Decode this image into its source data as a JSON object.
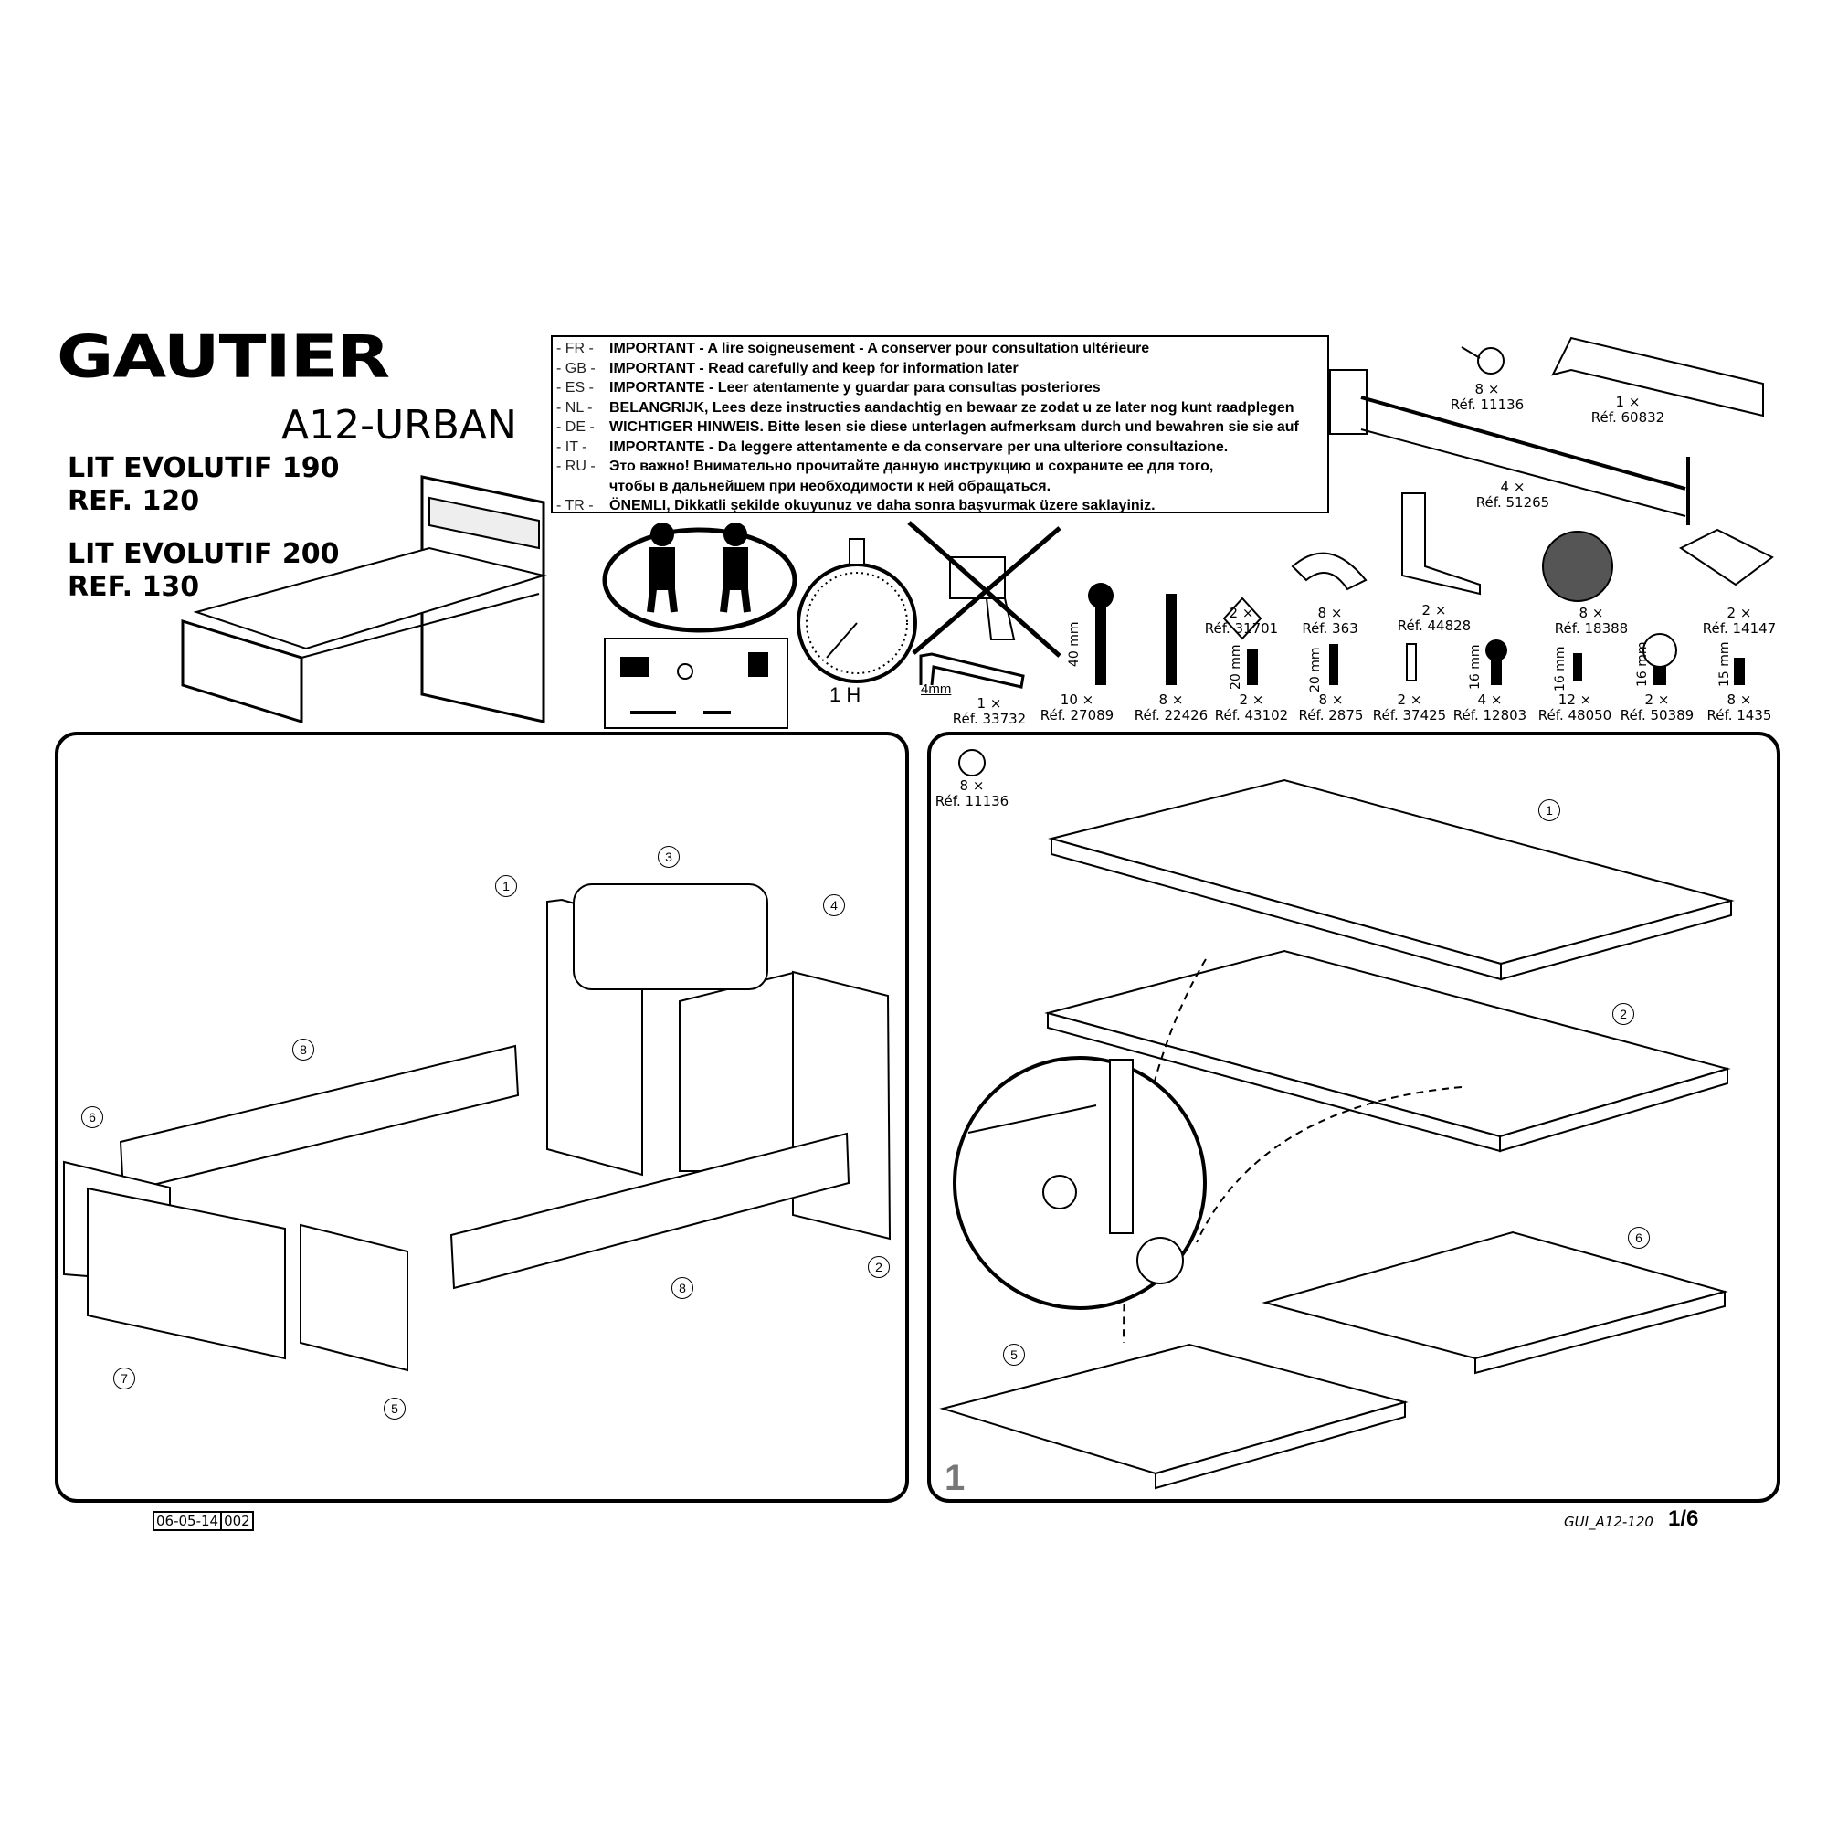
{
  "brand": "GAUTIER",
  "model": "A12-URBAN",
  "products": [
    {
      "name": "LIT EVOLUTIF 190",
      "ref": "REF. 120"
    },
    {
      "name": "LIT EVOLUTIF 200",
      "ref": "REF. 130"
    }
  ],
  "notice": [
    {
      "code": "- FR -",
      "text": "IMPORTANT - A lire soigneusement - A conserver pour consultation ultérieure"
    },
    {
      "code": "- GB -",
      "text": "IMPORTANT - Read carefully and keep for information later"
    },
    {
      "code": "- ES -",
      "text": "IMPORTANTE - Leer atentamente y guardar para consultas posteriores"
    },
    {
      "code": "- NL -",
      "text": "BELANGRIJK, Lees deze instructies aandachtig en bewaar ze zodat u ze later nog kunt raadplegen"
    },
    {
      "code": "- DE -",
      "text": "WICHTIGER HINWEIS. Bitte lesen sie diese unterlagen aufmerksam durch und bewahren sie sie auf"
    },
    {
      "code": "-  IT  -",
      "text": "IMPORTANTE - Da leggere attentamente e da conservare per una ulteriore consultazione."
    },
    {
      "code": "- RU -",
      "text": "Это важно! Внимательно прочитайте данную инструкцию и сохраните ее для того,"
    },
    {
      "code": "",
      "text": "чтобы в дальнейшем при необходимости к ней обращаться."
    },
    {
      "code": "- TR -",
      "text": "ÖNEMLI, Dikkatli şekilde okuyunuz ve daha sonra başvurmak üzere saklayiniz."
    }
  ],
  "time_label": "1 H",
  "allen_size": "4mm",
  "hardware_top": [
    {
      "qty": "8 ×",
      "ref": "Réf. 11136"
    },
    {
      "qty": "1 ×",
      "ref": "Réf. 60832"
    },
    {
      "qty": "4 ×",
      "ref": "Réf. 51265"
    }
  ],
  "hardware_row1": [
    {
      "qty": "2 ×",
      "ref": "Réf. 31701"
    },
    {
      "qty": "8 ×",
      "ref": "Réf. 363"
    },
    {
      "qty": "2 ×",
      "ref": "Réf. 44828"
    },
    {
      "qty": "8 ×",
      "ref": "Réf. 18388"
    },
    {
      "qty": "2 ×",
      "ref": "Réf. 14147"
    }
  ],
  "hardware_row2": [
    {
      "qty": "1 ×",
      "ref": "Réf. 33732"
    },
    {
      "qty": "10 ×",
      "ref": "Réf. 27089",
      "length": "40 mm"
    },
    {
      "qty": "8 ×",
      "ref": "Réf. 22426"
    },
    {
      "qty": "2 ×",
      "ref": "Réf. 43102",
      "length": "20 mm"
    },
    {
      "qty": "8 ×",
      "ref": "Réf. 2875",
      "length": "20 mm"
    },
    {
      "qty": "2 ×",
      "ref": "Réf. 37425"
    },
    {
      "qty": "4 ×",
      "ref": "Réf. 12803",
      "length": "16 mm"
    },
    {
      "qty": "12 ×",
      "ref": "Réf. 48050",
      "length": "16 mm"
    },
    {
      "qty": "2 ×",
      "ref": "Réf. 50389",
      "length": "16 mm"
    },
    {
      "qty": "8 ×",
      "ref": "Réf. 1435",
      "length": "15 mm"
    }
  ],
  "left_panel": {
    "callouts": [
      "1",
      "3",
      "4",
      "8",
      "6",
      "2",
      "8",
      "7",
      "5"
    ]
  },
  "right_panel": {
    "step": "1",
    "part": {
      "qty": "8 ×",
      "ref": "Réf. 11136"
    },
    "callouts": [
      "1",
      "2",
      "6",
      "5"
    ]
  },
  "footer": {
    "date": "06-05-14",
    "rev": "002",
    "doc_ref": "GUI_A12-120",
    "page": "1/6"
  }
}
